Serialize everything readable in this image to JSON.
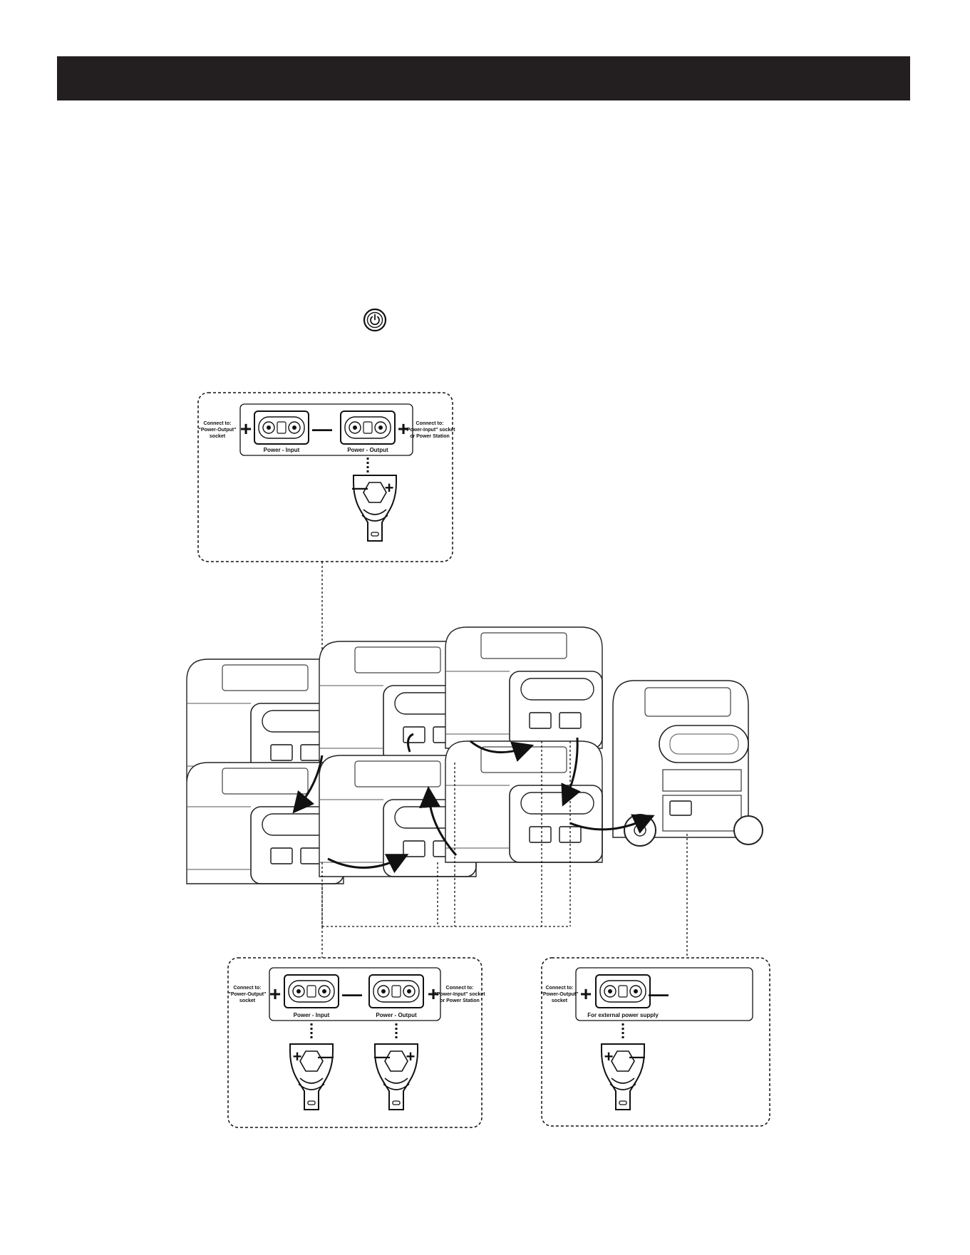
{
  "icons": {
    "power": "power-button-icon"
  },
  "callout_top": {
    "left_connect": [
      "Connect to:",
      "\"Power-Output\" ",
      "socket"
    ],
    "right_connect": [
      "Connect to:",
      "\"Power-Input\" socket",
      "or Power Station"
    ],
    "port_input_label": "Power - Input",
    "port_output_label": "Power - Output",
    "sign_plus": "+",
    "sign_minus": "—",
    "plug_left_sign": "—",
    "plug_right_sign": "+"
  },
  "callout_bottom_left": {
    "left_connect": [
      "Connect to:",
      "\"Power-Output\" ",
      "socket"
    ],
    "right_connect": [
      "Connect to:",
      "\"Power-Input\" socket",
      "or Power Station"
    ],
    "port_input_label": "Power - Input",
    "port_output_label": "Power - Output",
    "sign_plus": "+",
    "sign_minus": "—",
    "plug1_signs": [
      "+",
      "—"
    ],
    "plug2_signs": [
      "—",
      "+"
    ]
  },
  "callout_bottom_right": {
    "left_connect": [
      "Connect to:",
      "\"Power-Output\" ",
      "socket"
    ],
    "port_label": "For external power supply",
    "sign_plus": "+",
    "sign_minus": "—",
    "plug_signs": [
      "+",
      "—"
    ]
  },
  "colors": {
    "header": "#231f20",
    "line": "#111111"
  }
}
